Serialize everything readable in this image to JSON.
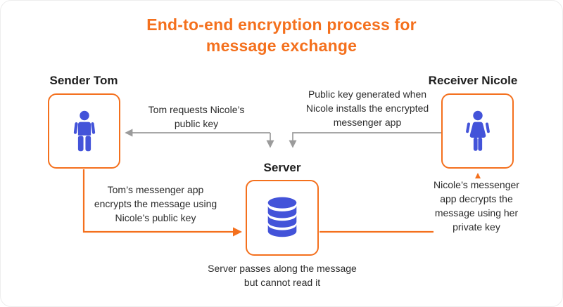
{
  "title": "End-to-end encryption process for\nmessage exchange",
  "nodes": {
    "sender": {
      "label": "Sender Tom"
    },
    "server": {
      "label": "Server"
    },
    "receiver": {
      "label": "Receiver Nicole"
    }
  },
  "annotations": {
    "request_key": "Tom requests Nicole’s\npublic key",
    "key_generated": "Public key generated when\nNicole installs the encrypted\nmessenger app",
    "tom_encrypts": "Tom’s messenger app\nencrypts the message using\nNicole’s public key",
    "nicole_decrypts": "Nicole’s messenger app decrypts the\nmessage using her private key",
    "server_passes": "Server passes along the message\nbut cannot read it"
  },
  "icons": {
    "sender": "male-person-icon",
    "receiver": "female-person-icon",
    "server": "database-icon"
  },
  "colors": {
    "accent": "#f4701d",
    "icon_blue": "#4353d9",
    "arrow_gray": "#9b9b9b",
    "text": "#262626"
  }
}
